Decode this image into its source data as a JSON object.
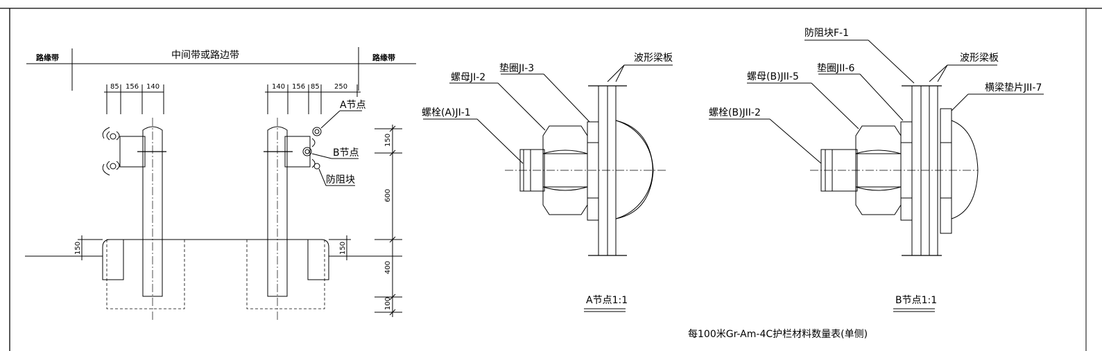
{
  "section": {
    "left_zone": "路缘带",
    "middle_zone": "中间带或路边带",
    "right_zone": "路缘带",
    "dims_left": [
      "85",
      "156",
      "140"
    ],
    "dims_right": [
      "140",
      "156",
      "85",
      "250"
    ],
    "dims_vertical_right": [
      "150",
      "600",
      "400",
      "100"
    ],
    "curb_height_left": "150",
    "curb_height_right": "150",
    "node_a_label": "A节点",
    "node_b_label": "B节点",
    "blocker_label": "防阻块"
  },
  "detail_a": {
    "bolt": "螺栓(A)JI-1",
    "nut": "螺母JI-2",
    "washer": "垫圈JI-3",
    "beam": "波形梁板",
    "caption": "A节点1:1"
  },
  "detail_b": {
    "blocker": "防阻块F-1",
    "beam": "波形梁板",
    "nut": "螺母(B)JII-5",
    "washer": "垫圈JII-6",
    "pad": "横梁垫片JII-7",
    "bolt": "螺栓(B)JII-2",
    "caption": "B节点1:1"
  },
  "table_title": "每100米Gr-Am-4C护栏材料数量表(单侧)"
}
